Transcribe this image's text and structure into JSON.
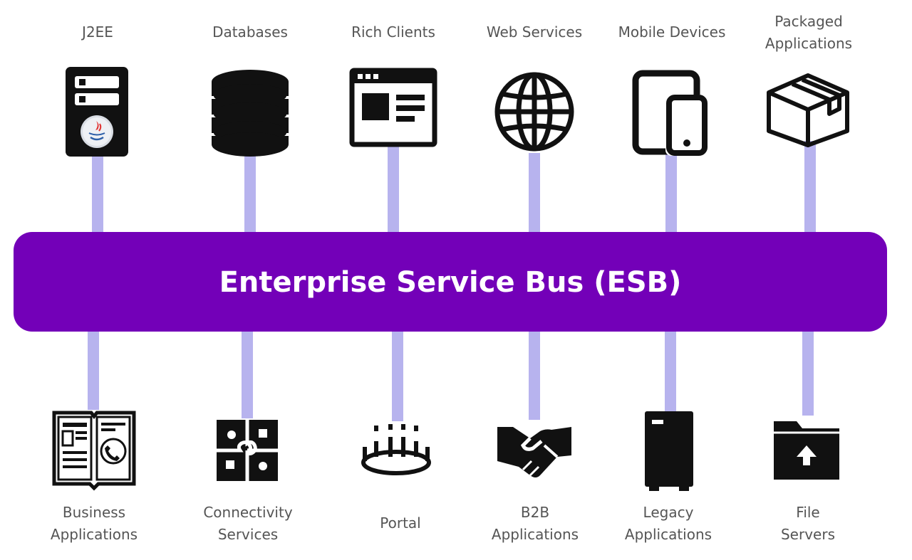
{
  "bus": {
    "label": "Enterprise Service Bus (ESB)",
    "color": "#7300b8"
  },
  "connector_color": "#b7b3ee",
  "icon_color": "#111111",
  "top_nodes": [
    {
      "label_lines": [
        "J2EE"
      ],
      "icon": "j2ee-server-icon"
    },
    {
      "label_lines": [
        "Databases"
      ],
      "icon": "database-icon"
    },
    {
      "label_lines": [
        "Rich Clients"
      ],
      "icon": "browser-window-icon"
    },
    {
      "label_lines": [
        "Web Services"
      ],
      "icon": "globe-icon"
    },
    {
      "label_lines": [
        "Mobile Devices"
      ],
      "icon": "tablet-phone-icon"
    },
    {
      "label_lines": [
        "Packaged",
        "Applications"
      ],
      "icon": "package-box-icon"
    }
  ],
  "bottom_nodes": [
    {
      "label_lines": [
        "Business",
        "Applications"
      ],
      "icon": "open-book-phone-icon"
    },
    {
      "label_lines": [
        "Connectivity",
        "Services"
      ],
      "icon": "puzzle-icon"
    },
    {
      "label_lines": [
        "Portal"
      ],
      "icon": "portal-ring-icon"
    },
    {
      "label_lines": [
        "B2B",
        "Applications"
      ],
      "icon": "handshake-icon"
    },
    {
      "label_lines": [
        "Legacy",
        "Applications"
      ],
      "icon": "legacy-server-tower-icon"
    },
    {
      "label_lines": [
        "File",
        "Servers"
      ],
      "icon": "folder-upload-icon"
    }
  ]
}
